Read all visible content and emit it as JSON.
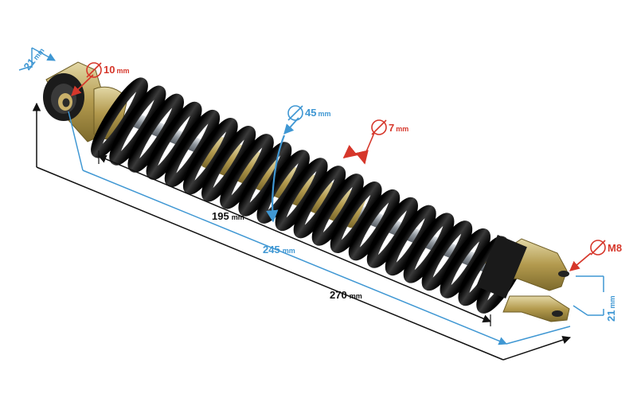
{
  "colors": {
    "blue": "#3f97d3",
    "red": "#d6372b",
    "black": "#111111",
    "spring": "#151515",
    "metal_gold": "#b39a4e",
    "rod": "#9aa0a6"
  },
  "labels": {
    "eye_top_width": {
      "value": "21",
      "unit": "mm"
    },
    "eye_top_bore": {
      "value": "10",
      "unit": "mm"
    },
    "spring_diameter": {
      "value": "45",
      "unit": "mm"
    },
    "wire_diameter": {
      "value": "7",
      "unit": "mm"
    },
    "fork_thread": {
      "value": "M8",
      "unit": ""
    },
    "fork_width": {
      "value": "21",
      "unit": "mm"
    },
    "length_spring": {
      "value": "195",
      "unit": "mm"
    },
    "length_mid": {
      "value": "245",
      "unit": "mm"
    },
    "length_total": {
      "value": "270",
      "unit": "mm"
    }
  },
  "icons": [
    "diameter-icon"
  ]
}
